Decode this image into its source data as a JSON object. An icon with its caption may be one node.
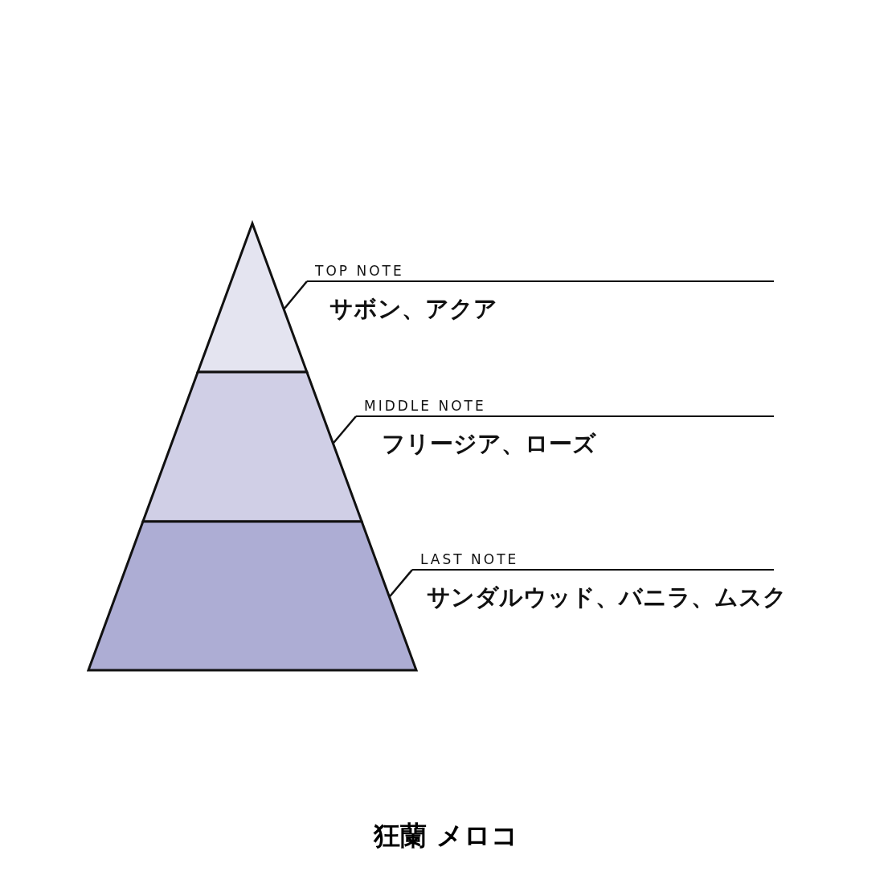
{
  "diagram": {
    "title": "狂蘭 メロコ",
    "nodes": [
      {
        "text": [],
        "shape": "triangle"
      },
      {
        "text": [],
        "shape": "band"
      },
      {
        "text": [],
        "shape": "band"
      },
      {
        "text": [
          "TOP NOTE",
          "サボン、アクア"
        ]
      },
      {
        "text": [
          "MIDDLE NOTE",
          "フリージア、ローズ"
        ]
      },
      {
        "text": [
          "LAST NOTE",
          "サンダルウッド、バニラ、ムスク"
        ]
      }
    ],
    "edges": [
      {
        "from": 3,
        "to": 0,
        "arrow": "none"
      },
      {
        "from": 4,
        "to": 1,
        "arrow": "none"
      },
      {
        "from": 5,
        "to": 2,
        "arrow": "none"
      }
    ]
  }
}
